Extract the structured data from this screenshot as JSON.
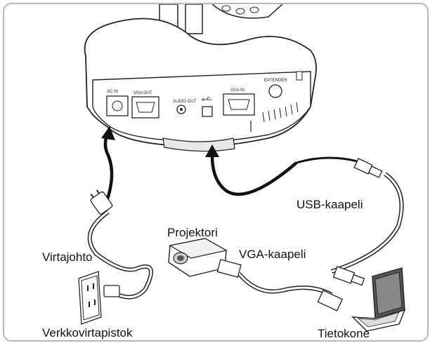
{
  "device_ports": {
    "ac_in": "AC IN",
    "vga_out": "VGA OUT",
    "audio_out": "AUDIO OUT",
    "vga_in": "VGA IN",
    "extender": "EXTENDER"
  },
  "labels": {
    "usb_cable": "USB-kaapeli",
    "projector": "Projektori",
    "vga_cable": "VGA-kaapeli",
    "power_cord": "Virtajohto",
    "wall_outlet": "Verkkovirtapistok",
    "computer": "Tietokone"
  },
  "icons": [
    "usb-icon",
    "power-plug-icon",
    "wall-outlet-icon",
    "projector-icon",
    "laptop-icon",
    "arrow-icon"
  ]
}
